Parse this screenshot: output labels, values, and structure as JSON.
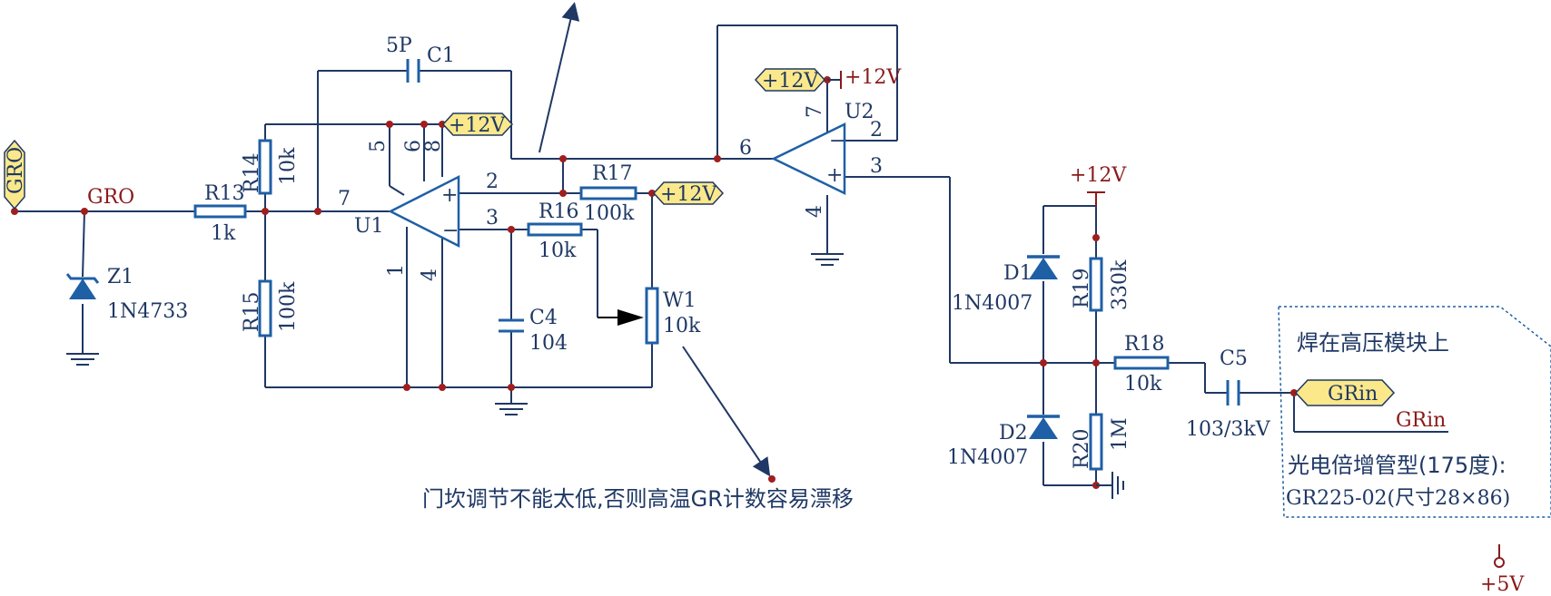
{
  "nets": {
    "gro_port": "GRO",
    "gro_net": "GRO",
    "p12v": "+12V",
    "grin_port": "GRin",
    "grin_net": "GRin",
    "p5v": "+5V"
  },
  "components": {
    "z1": {
      "ref": "Z1",
      "value": "1N4733"
    },
    "r13": {
      "ref": "R13",
      "value": "1k"
    },
    "r14": {
      "ref": "R14",
      "value": "10k"
    },
    "r15": {
      "ref": "R15",
      "value": "100k"
    },
    "c1": {
      "ref": "C1",
      "value": "5P"
    },
    "u1": {
      "ref": "U1"
    },
    "r16": {
      "ref": "R16",
      "value": "10k"
    },
    "r17": {
      "ref": "R17",
      "value": "100k"
    },
    "c4": {
      "ref": "C4",
      "value": "104"
    },
    "w1": {
      "ref": "W1",
      "value": "10k"
    },
    "u2": {
      "ref": "U2"
    },
    "d1": {
      "ref": "D1",
      "value": "1N4007"
    },
    "d2": {
      "ref": "D2",
      "value": "1N4007"
    },
    "r19": {
      "ref": "R19",
      "value": "330k"
    },
    "r20": {
      "ref": "R20",
      "value": "1M"
    },
    "r18": {
      "ref": "R18",
      "value": "10k"
    },
    "c5": {
      "ref": "C5",
      "value": "103/3kV"
    }
  },
  "pins": {
    "u1_5": "5",
    "u1_6": "6",
    "u1_8": "8",
    "u1_7": "7",
    "u1_2": "2",
    "u1_3": "3",
    "u1_1": "1",
    "u1_4": "4",
    "u2_7": "7",
    "u2_6": "6",
    "u2_2": "2",
    "u2_3": "3",
    "u2_4": "4",
    "u1_plus": "+",
    "u1_minus": "−",
    "u2_plus": "+",
    "u2_minus": "−"
  },
  "annotations": {
    "threshold_note": "门坎调节不能太低,否则高温GR计数容易漂移",
    "module_note": "焊在高压模块上",
    "tube_line1": "光电倍增管型(175度):",
    "tube_line2": "GR225-02(尺寸28×86)"
  }
}
